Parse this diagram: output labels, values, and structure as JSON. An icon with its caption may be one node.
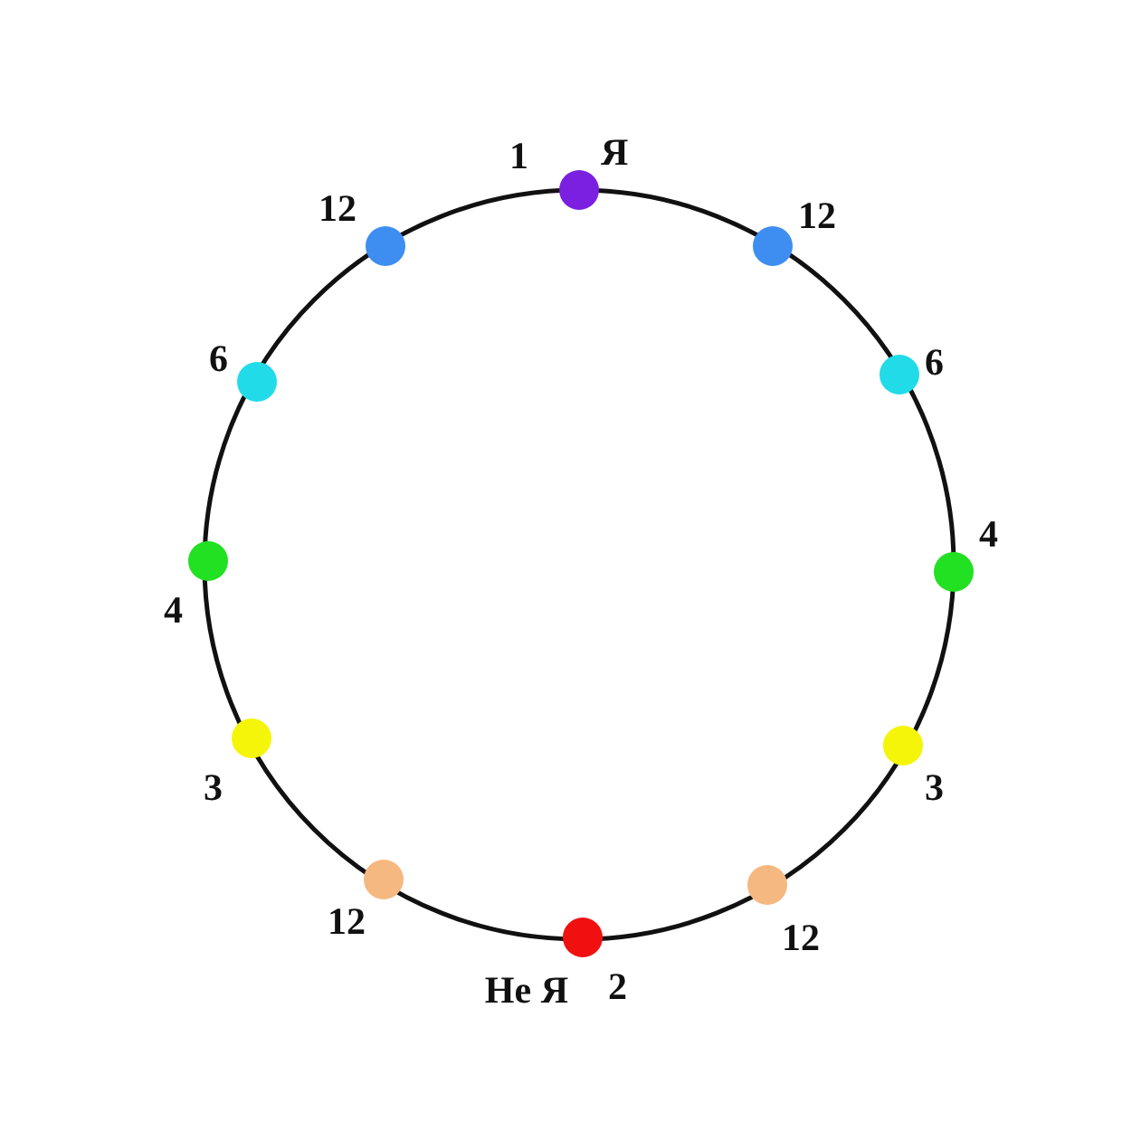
{
  "diagram": {
    "nodes": [
      {
        "text": [],
        "shape": "circle",
        "beside": [
          "1",
          "Я"
        ]
      },
      {
        "text": [],
        "shape": "circle",
        "beside": [
          "12"
        ]
      },
      {
        "text": [],
        "shape": "circle",
        "beside": [
          "12"
        ]
      },
      {
        "text": [],
        "shape": "circle",
        "beside": [
          "6"
        ]
      },
      {
        "text": [],
        "shape": "circle",
        "beside": [
          "6"
        ]
      },
      {
        "text": [],
        "shape": "circle",
        "beside": [
          "4"
        ]
      },
      {
        "text": [],
        "shape": "circle",
        "beside": [
          "4"
        ]
      },
      {
        "text": [],
        "shape": "circle",
        "beside": [
          "3"
        ]
      },
      {
        "text": [],
        "shape": "circle",
        "beside": [
          "3"
        ]
      },
      {
        "text": [],
        "shape": "circle",
        "beside": [
          "12"
        ]
      },
      {
        "text": [],
        "shape": "circle",
        "beside": [
          "12"
        ]
      },
      {
        "text": [],
        "shape": "circle",
        "beside": [
          "Не Я",
          "2"
        ]
      }
    ]
  }
}
